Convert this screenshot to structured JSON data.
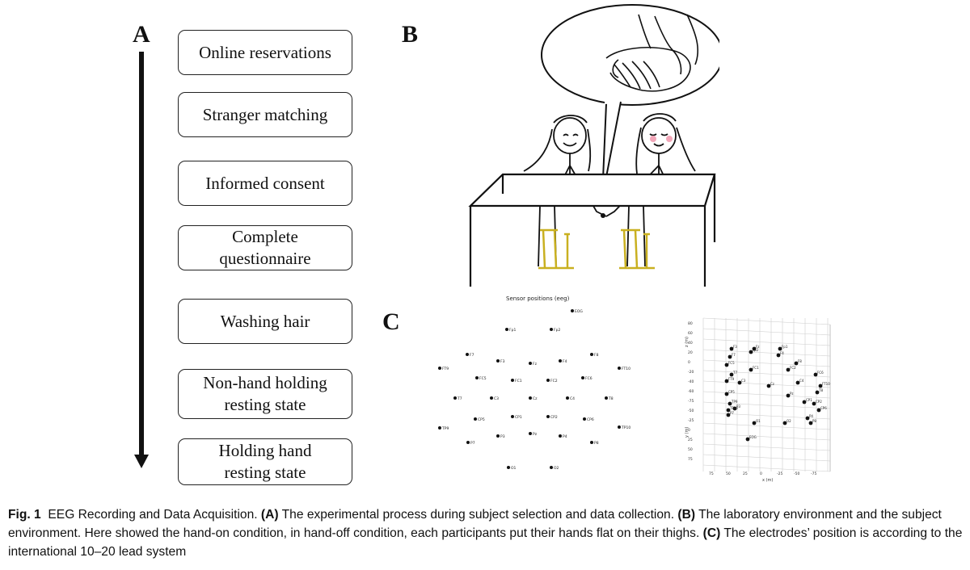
{
  "panels": {
    "a": "A",
    "b": "B",
    "c": "C"
  },
  "process_steps": [
    "Online reservations",
    "Stranger matching",
    "Informed consent",
    "Complete\nquestionnaire",
    "Washing hair",
    "Non-hand holding\nresting state",
    "Holding hand\nresting state"
  ],
  "sensor_plot_2d": {
    "title": "Sensor positions (eeg)",
    "sensors": [
      {
        "name": "EOG"
      },
      {
        "name": "Fp1"
      },
      {
        "name": "Fp2"
      },
      {
        "name": "F7"
      },
      {
        "name": "F3"
      },
      {
        "name": "Fz"
      },
      {
        "name": "F4"
      },
      {
        "name": "F8"
      },
      {
        "name": "FT9"
      },
      {
        "name": "FC5"
      },
      {
        "name": "FC1"
      },
      {
        "name": "FC2"
      },
      {
        "name": "FC6"
      },
      {
        "name": "FT10"
      },
      {
        "name": "T7"
      },
      {
        "name": "C3"
      },
      {
        "name": "Cz"
      },
      {
        "name": "C4"
      },
      {
        "name": "T8"
      },
      {
        "name": "TP9"
      },
      {
        "name": "CP5"
      },
      {
        "name": "CP1"
      },
      {
        "name": "CP2"
      },
      {
        "name": "CP6"
      },
      {
        "name": "TP10"
      },
      {
        "name": "P7"
      },
      {
        "name": "P3"
      },
      {
        "name": "Pz"
      },
      {
        "name": "P4"
      },
      {
        "name": "P8"
      },
      {
        "name": "O1"
      },
      {
        "name": "O2"
      }
    ]
  },
  "sensor_plot_3d": {
    "z_axis_label": "z (m)",
    "y_axis_label": "y (m)",
    "x_axis_label": "x (m)",
    "z_ticks": [
      "80",
      "60",
      "40",
      "20",
      "0",
      "-20",
      "-40",
      "-60",
      "-75",
      "-50",
      "-25",
      "0",
      "25",
      "50",
      "75"
    ],
    "x_ticks": [
      "75",
      "50",
      "25",
      "0",
      "-25",
      "-50",
      "-75"
    ],
    "sensor_labels": [
      "F3",
      "F7",
      "FC5",
      "FC1",
      "Fz",
      "Fp1",
      "Fp2",
      "F4",
      "F8",
      "FC2",
      "FC6",
      "T7",
      "C3",
      "Cz",
      "C4",
      "T8",
      "TP9",
      "CP5",
      "P7",
      "P3",
      "Pz",
      "CP1",
      "CP2",
      "P4",
      "CP6",
      "P8",
      "TP10",
      "O1",
      "O2",
      "EOG",
      "FT9",
      "FT10"
    ]
  },
  "caption": {
    "label": "Fig. 1",
    "intro": "EEG Recording and Data Acquisition. ",
    "a_tag": "(A)",
    "a_text": " The experimental process during subject selection and data collection. ",
    "b_tag": "(B)",
    "b_text": " The laboratory environment and the subject environment. Here showed the hand-on condition, in hand-off condition, each participants put their hands flat on their thighs. ",
    "c_tag": "(C)",
    "c_text": " The electrodes’ position is according to the international 10–20 lead system"
  },
  "colors": {
    "ink": "#111111",
    "stool": "#c9b020",
    "cheek": "#f2a6b8"
  }
}
